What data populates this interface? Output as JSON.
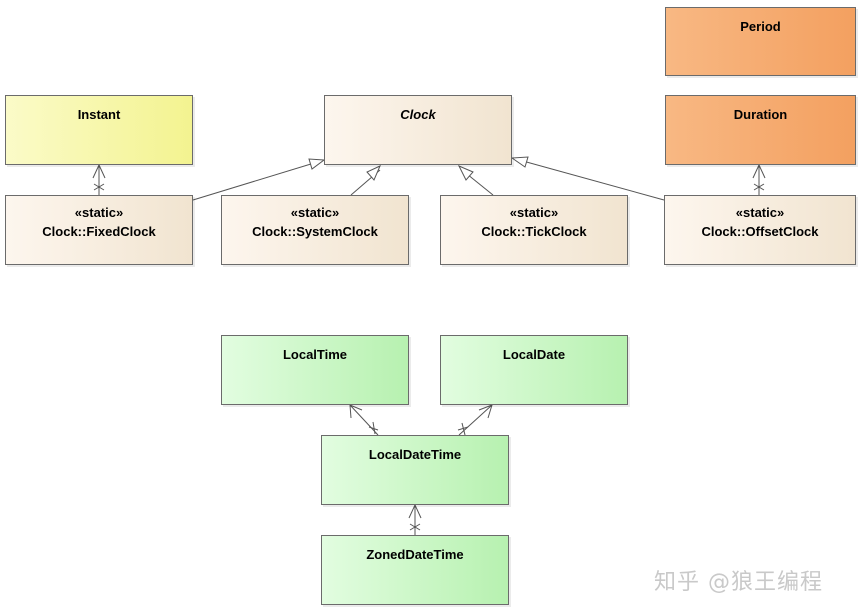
{
  "nodes": {
    "period": {
      "label": "Period"
    },
    "duration": {
      "label": "Duration"
    },
    "instant": {
      "label": "Instant"
    },
    "clock": {
      "label": "Clock"
    },
    "fixed_clock": {
      "stereotype": "«static»",
      "label": "Clock::FixedClock"
    },
    "system_clock": {
      "stereotype": "«static»",
      "label": "Clock::SystemClock"
    },
    "tick_clock": {
      "stereotype": "«static»",
      "label": "Clock::TickClock"
    },
    "offset_clock": {
      "stereotype": "«static»",
      "label": "Clock::OffsetClock"
    },
    "local_time": {
      "label": "LocalTime"
    },
    "local_date": {
      "label": "LocalDate"
    },
    "local_date_time": {
      "label": "LocalDateTime"
    },
    "zoned_date_time": {
      "label": "ZonedDateTime"
    }
  },
  "colors": {
    "yellow": "#f3f390",
    "beige": "#f1e4d0",
    "orange": "#f3a060",
    "green": "#b7f1b0",
    "line": "#555555"
  },
  "watermark": "知乎 @狼王编程"
}
